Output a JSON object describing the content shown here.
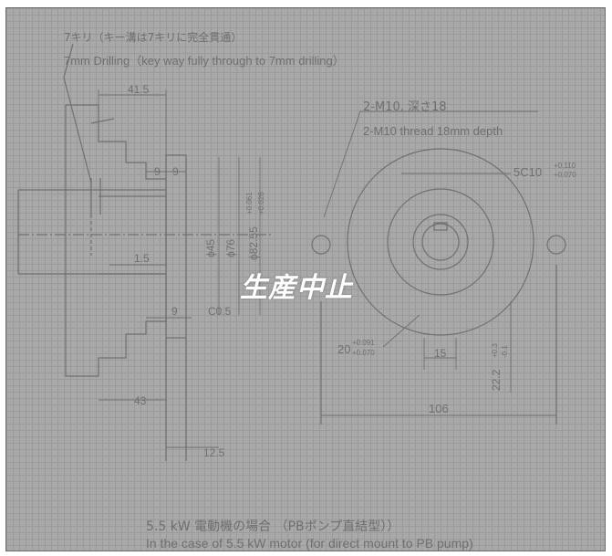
{
  "note_jp": "7キリ（キー溝は7キリに完全貫通）",
  "note_en": "7mm Drilling（key way fully through to 7mm drilling）",
  "thread_jp": "2-M10, 深さ18",
  "thread_en": "2-M10 thread 18mm depth",
  "dims": {
    "d_41_5": "41.5",
    "d_9a": "9",
    "d_9b": "9",
    "d_phi45": "ϕ45",
    "d_phi76": "ϕ76",
    "d_82_55": "ϕ82.55",
    "d_82_55_tol_upper": "+0.061",
    "d_82_55_tol_lower": "+0.026",
    "d_1_5": "1.5",
    "d_9c": "9",
    "d_c05": "C0.5",
    "d_43": "43",
    "d_12_5": "12.5",
    "d_5c10": "5C10",
    "d_5c10_tol_upper": "+0.110",
    "d_5c10_tol_lower": "+0.070",
    "d_20": "20",
    "d_20_tol_upper": "+0.091",
    "d_20_tol_lower": "+0.070",
    "d_15": "15",
    "d_22_2": "22.2",
    "d_22_2_tol_upper": "+0.3",
    "d_22_2_tol_lower": "-0.1",
    "d_106": "106"
  },
  "stamp": "生産中止",
  "caption_jp": "5.5 kW  電動機の場合  （PBポンプ直結型））",
  "caption_en": "In the case of 5.5 kW motor (for direct mount to PB pump)"
}
